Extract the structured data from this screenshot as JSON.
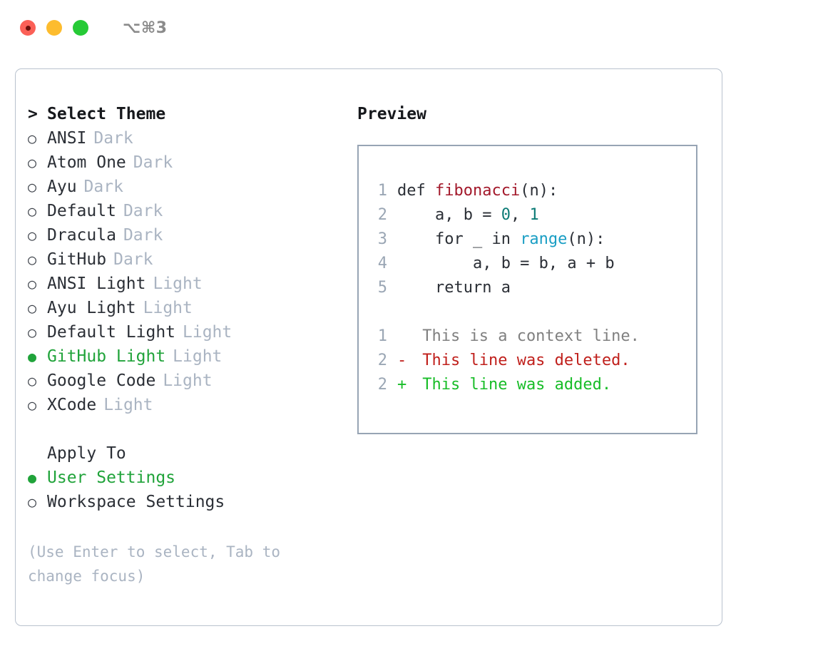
{
  "window": {
    "shortcut_label": "⌥⌘3",
    "traffic_lights": [
      {
        "name": "close",
        "color": "#fb6057"
      },
      {
        "name": "minimize",
        "color": "#fdbc2e"
      },
      {
        "name": "maximize",
        "color": "#26ca36"
      }
    ]
  },
  "theme_picker": {
    "marker": ">",
    "heading": "Select Theme",
    "bullet_selected": "●",
    "bullet_unselected": "○",
    "items": [
      {
        "name": "ANSI",
        "kind": "Dark",
        "selected": false
      },
      {
        "name": "Atom One",
        "kind": "Dark",
        "selected": false
      },
      {
        "name": "Ayu",
        "kind": "Dark",
        "selected": false
      },
      {
        "name": "Default",
        "kind": "Dark",
        "selected": false
      },
      {
        "name": "Dracula",
        "kind": "Dark",
        "selected": false
      },
      {
        "name": "GitHub",
        "kind": "Dark",
        "selected": false
      },
      {
        "name": "ANSI Light",
        "kind": "Light",
        "selected": false
      },
      {
        "name": "Ayu Light",
        "kind": "Light",
        "selected": false
      },
      {
        "name": "Default Light",
        "kind": "Light",
        "selected": false
      },
      {
        "name": "GitHub Light",
        "kind": "Light",
        "selected": true
      },
      {
        "name": "Google Code",
        "kind": "Light",
        "selected": false
      },
      {
        "name": "XCode",
        "kind": "Light",
        "selected": false
      }
    ]
  },
  "apply_to": {
    "heading": "Apply To",
    "options": [
      {
        "label": "User Settings",
        "selected": true
      },
      {
        "label": "Workspace Settings",
        "selected": false
      }
    ]
  },
  "hint": "(Use Enter to select, Tab to change focus)",
  "preview": {
    "title": "Preview",
    "code_lines": [
      {
        "no": "1",
        "tokens": [
          {
            "t": "def ",
            "c": "kw"
          },
          {
            "t": "fibonacci",
            "c": "fn"
          },
          {
            "t": "(n):",
            "c": "plain"
          }
        ]
      },
      {
        "no": "2",
        "tokens": [
          {
            "t": "    a, b = ",
            "c": "plain"
          },
          {
            "t": "0",
            "c": "num"
          },
          {
            "t": ", ",
            "c": "plain"
          },
          {
            "t": "1",
            "c": "num"
          }
        ]
      },
      {
        "no": "3",
        "tokens": [
          {
            "t": "    for _ in ",
            "c": "plain"
          },
          {
            "t": "range",
            "c": "call"
          },
          {
            "t": "(n):",
            "c": "plain"
          }
        ]
      },
      {
        "no": "4",
        "tokens": [
          {
            "t": "        a, b = b, a + b",
            "c": "plain"
          }
        ]
      },
      {
        "no": "5",
        "tokens": [
          {
            "t": "    return a",
            "c": "plain"
          }
        ]
      }
    ],
    "diff_lines": [
      {
        "no": "1",
        "mark": " ",
        "text": " This is a context line.",
        "kind": "context"
      },
      {
        "no": "2",
        "mark": "-",
        "text": " This line was deleted.",
        "kind": "removed"
      },
      {
        "no": "2",
        "mark": "+",
        "text": " This line was added.",
        "kind": "added"
      }
    ]
  },
  "colors": {
    "panel_border": "#b9c2ce",
    "preview_border": "#97a4b4",
    "accent_green": "#20a33a",
    "muted": "#aab4c2",
    "diff_removed": "#c0201c",
    "diff_added": "#18bd28",
    "syntax_function": "#a3192b",
    "syntax_number": "#0c7b76",
    "syntax_call": "#1a9ec4"
  }
}
